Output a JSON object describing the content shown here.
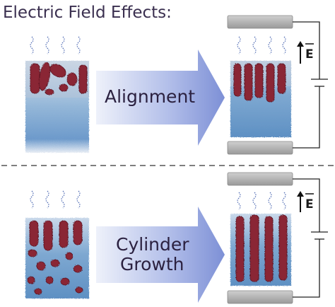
{
  "title": "Electric Field Effects:",
  "panels": [
    {
      "arrow_lines": [
        "Alignment"
      ],
      "field_label": "E"
    },
    {
      "arrow_lines": [
        "Cylinder",
        "Growth"
      ],
      "field_label": "E"
    }
  ],
  "colors": {
    "title": "#3a2f4f",
    "arrow_light": "#e8ecf8",
    "arrow_dark": "#7d90d6",
    "domain": "#8a2636",
    "matrix": "#6f9cc7",
    "electrode": "#a9a9a9",
    "vapor": "#5a74b8"
  }
}
